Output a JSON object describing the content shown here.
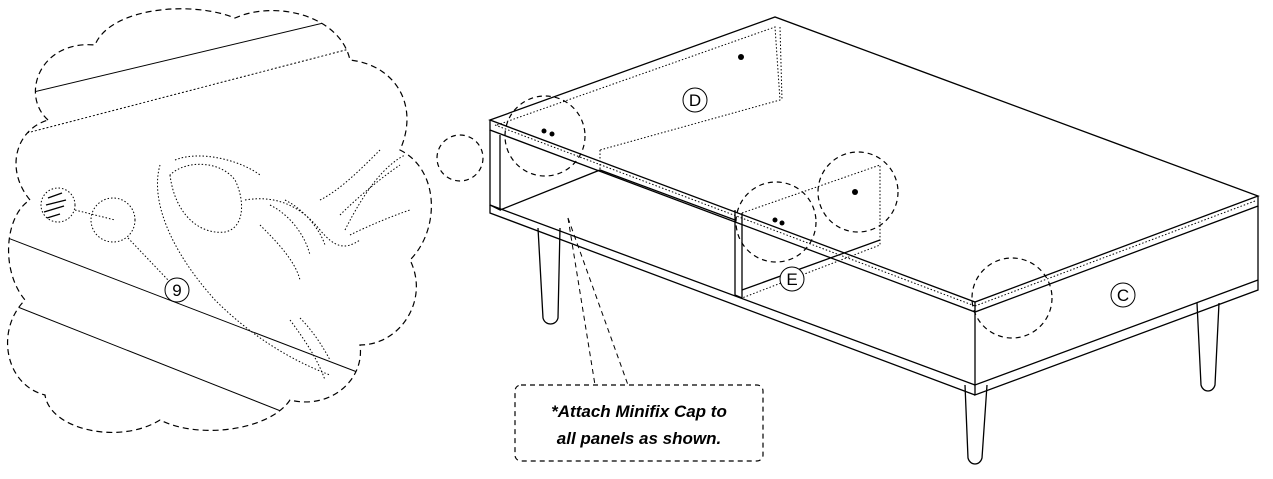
{
  "callouts": {
    "panel_c": "C",
    "panel_d": "D",
    "panel_e": "E",
    "part_9": "9"
  },
  "note": {
    "line1": "*Attach Minifix Cap to",
    "line2": "all panels as shown."
  }
}
